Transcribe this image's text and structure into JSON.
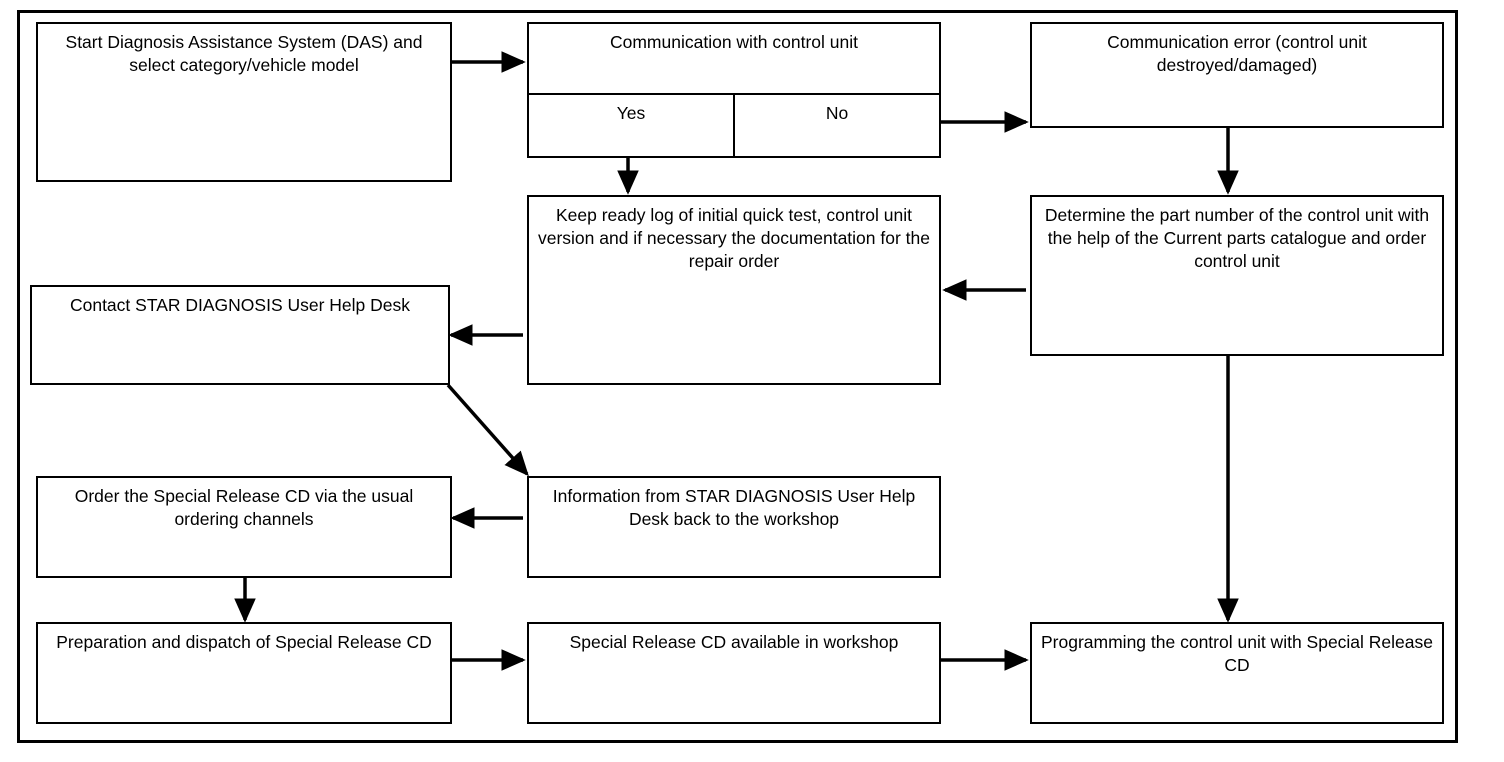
{
  "diagram": {
    "type": "flowchart",
    "title": "",
    "background_color": "#ffffff",
    "line_color": "#000000",
    "nodes": [
      {
        "id": "start-das",
        "label": "Start Diagnosis Assistance System (DAS) and select category/vehicle model"
      },
      {
        "id": "communication-check",
        "label": "Communication with control unit",
        "options": [
          "Yes",
          "No"
        ]
      },
      {
        "id": "communication-error",
        "label": "Communication error (control unit destroyed/damaged)"
      },
      {
        "id": "keep-ready-log",
        "label": "Keep ready log of initial quick test, control unit version and if necessary the documentation for the repair order"
      },
      {
        "id": "determine-part-number",
        "label": "Determine the part number of the control unit with the help of the Current parts catalogue and order control unit"
      },
      {
        "id": "contact-help-desk",
        "label": "Contact STAR DIAGNOSIS User Help Desk"
      },
      {
        "id": "order-special-release-cd",
        "label": "Order the Special Release CD via the usual ordering channels"
      },
      {
        "id": "information-back-to-workshop",
        "label": "Information from STAR DIAGNOSIS User Help Desk back to the workshop"
      },
      {
        "id": "preparation-dispatch",
        "label": "Preparation and dispatch of Special Release CD"
      },
      {
        "id": "cd-available-workshop",
        "label": "Special Release CD available in workshop"
      },
      {
        "id": "programming-control-unit",
        "label": "Programming the control unit with Special Release CD"
      }
    ],
    "edges": [
      {
        "from": "start-das",
        "to": "communication-check",
        "direction": "right"
      },
      {
        "from": "communication-check-no",
        "to": "communication-error",
        "direction": "right"
      },
      {
        "from": "communication-check-yes",
        "to": "keep-ready-log",
        "direction": "down"
      },
      {
        "from": "communication-error",
        "to": "determine-part-number",
        "direction": "down"
      },
      {
        "from": "determine-part-number",
        "to": "keep-ready-log",
        "direction": "left"
      },
      {
        "from": "keep-ready-log",
        "to": "contact-help-desk",
        "direction": "left"
      },
      {
        "from": "contact-help-desk",
        "to": "information-back-to-workshop",
        "direction": "diagonal-down-right"
      },
      {
        "from": "information-back-to-workshop",
        "to": "order-special-release-cd",
        "direction": "left"
      },
      {
        "from": "order-special-release-cd",
        "to": "preparation-dispatch",
        "direction": "down"
      },
      {
        "from": "preparation-dispatch",
        "to": "cd-available-workshop",
        "direction": "right"
      },
      {
        "from": "cd-available-workshop",
        "to": "programming-control-unit",
        "direction": "right"
      },
      {
        "from": "determine-part-number",
        "to": "programming-control-unit",
        "direction": "down"
      }
    ]
  }
}
